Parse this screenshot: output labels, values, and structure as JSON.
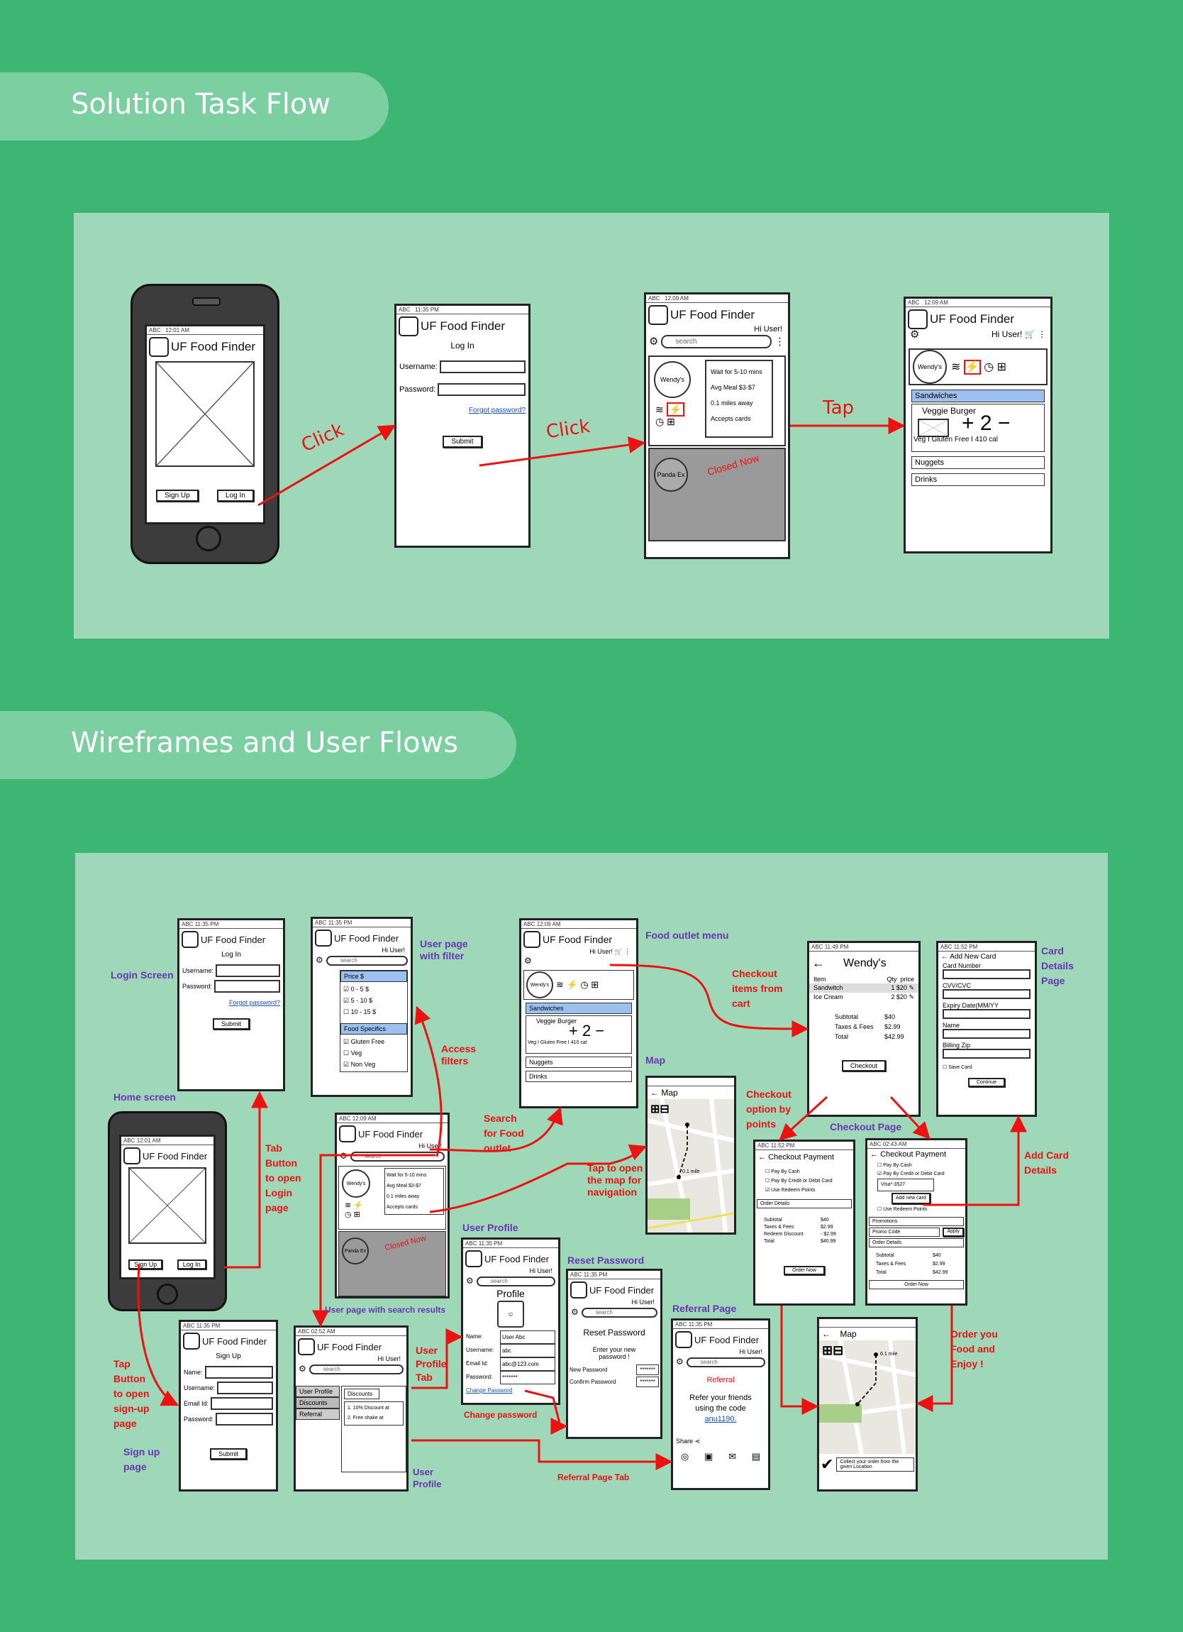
{
  "sections": {
    "task_flow_title": "Solution Task Flow",
    "wireframes_title": "Wireframes and User Flows"
  },
  "app": {
    "name": "UF Food Finder",
    "hi_user": "Hi User!",
    "search_placeholder": "search",
    "carrier": "ABC",
    "time_a": "12:01 AM",
    "time_b": "11:35 PM",
    "time_c": "12:09 AM",
    "time_d": "02:52 AM",
    "time_e": "11:49 PM",
    "time_f": "11:52 PM",
    "time_g": "02:43 AM"
  },
  "login": {
    "title": "Log In",
    "username": "Username:",
    "password": "Password:",
    "forgot": "Forgot password?",
    "submit": "Submit"
  },
  "home": {
    "signup": "Sign Up",
    "login": "Log In"
  },
  "outlet": {
    "name": "Wendy's",
    "wait": "Wait for 5-10 mins",
    "avg": "Avg Meal $3-$7",
    "distance": "0.1 miles away",
    "cards": "Accepts cards",
    "closed_name": "Panda Ex",
    "closed_status": "Closed Now"
  },
  "menu": {
    "category": "Sandwiches",
    "item": "Veggie Burger",
    "tags": "Veg I Gluten Free I 410 cal",
    "cat2": "Nuggets",
    "cat3": "Drinks"
  },
  "filter": {
    "price": "Price $",
    "p1": "0 - 5 $",
    "p2": "5 - 10 $",
    "p3": "10 - 15 $",
    "specifics": "Food Specifics",
    "s1": "Gluten Free",
    "s2": "Veg",
    "s3": "Non Veg"
  },
  "signup": {
    "title": "Sign Up",
    "name": "Name:",
    "username": "Username:",
    "email": "Email Id:",
    "password": "Password:",
    "submit": "Submit"
  },
  "profile": {
    "title": "Profile",
    "name_l": "Name:",
    "name_v": "User Abc",
    "user_l": "Username:",
    "user_v": "abc",
    "email_l": "Email Id:",
    "email_v": "abc@123.com",
    "pwd_l": "Password:",
    "pwd_v": "*******",
    "change": "Change Password"
  },
  "sidemenu": {
    "i1": "User Profile",
    "i2": "Discounts",
    "i3": "Referral",
    "dtitle": "Discounts",
    "d1": "1. 10% Discount at",
    "d2": "2. Free shake at"
  },
  "reset": {
    "title": "Reset Password",
    "prompt": "Enter your new password !",
    "new_l": "New Password",
    "confirm_l": "Confirm Password",
    "mask": "*******"
  },
  "referral": {
    "title": "Referral",
    "text1": "Refer your friends",
    "text2": "using the code",
    "code": "anu1190.",
    "share": "Share"
  },
  "cart": {
    "restaurant": "Wendy's",
    "col_item": "Item",
    "col_qty": "Qty",
    "col_price": "price",
    "r1_item": "Sandwitch",
    "r1_qty": "1",
    "r1_price": "$20",
    "r2_item": "Ice Cream",
    "r2_qty": "2",
    "r2_price": "$20",
    "subtotal_l": "Subtotal",
    "subtotal_v": "$40",
    "tax_l": "Taxes & Fees",
    "tax_v": "$2.99",
    "total_l": "Total",
    "total_v": "$42.99",
    "checkout": "Checkout"
  },
  "pay1": {
    "title": "Checkout Payment",
    "o1": "Pay By Cash",
    "o2": "Pay By Credit or Debit Card",
    "o3": "Use Redeem Points",
    "details": "Order Details",
    "sub_l": "Subtotal",
    "sub_v": "$40",
    "tax_l": "Taxes & Fees",
    "tax_v": "$2.99",
    "redeem_l": "Redeem Discount",
    "redeem_v": "- $2.99",
    "total_l": "Total",
    "total_v": "$40.99",
    "order": "Order Now"
  },
  "pay2": {
    "title": "Checkout Payment",
    "o1": "Pay By Cash",
    "o2": "Pay By Credit or Debit Card",
    "card": "Visa*-3527",
    "addcard": "Add new card",
    "o3": "Use Redeem Points",
    "promotions": "Promotions",
    "promo": "Promo Code",
    "apply": "Apply",
    "details": "Order Details",
    "sub_l": "Subtotal",
    "sub_v": "$40",
    "tax_l": "Taxes & Fees",
    "tax_v": "$2.99",
    "total_l": "Total",
    "total_v": "$42.99",
    "order": "Order Now"
  },
  "newcard": {
    "title": "Add New Card",
    "num": "Card Number",
    "cvv": "CVV/CVC",
    "expiry": "Expiry Date(MM/YY",
    "name": "Name",
    "zip": "Billing Zip",
    "save": "Save Card",
    "cont": "Continue"
  },
  "map": {
    "title": "Map",
    "dist": "0.1 mile",
    "collect": "Collect your order from the given Location"
  },
  "labels": {
    "click1": "Click",
    "click2": "Click",
    "tap": "Tap",
    "login_screen": "Login Screen",
    "home_screen": "Home screen",
    "user_filter": "User page\nwith filter",
    "access_filters": "Access\nfilters",
    "food_outlet_menu": "Food outlet menu",
    "checkout_cart": "Checkout\nitems from\ncart",
    "map": "Map",
    "checkout_points": "Checkout\noption by\npoints",
    "card_details": "Card\nDetails\nPage",
    "checkout_page": "Checkout Page",
    "add_card": "Add Card\nDetails",
    "search_outlet": "Search\nfor Food\noutlet",
    "tap_map": "Tap to open\nthe map for\nnavigation",
    "tab_login": "Tab\nButton\nto open\nLogin\npage",
    "user_profile": "User Profile",
    "reset_password": "Reset Password",
    "referral_page": "Referral Page",
    "user_search": "User page with search results",
    "user_profile_tab": "User\nProfile\nTab",
    "change_password": "Change password",
    "tap_signup": "Tap\nButton\nto open\nsign-up\npage",
    "signup_page": "Sign up\npage",
    "user_profile2": "User\nProfile",
    "referral_tab": "Referral Page Tab",
    "order_enjoy": "Order you\nFood and\nEnjoy !"
  }
}
